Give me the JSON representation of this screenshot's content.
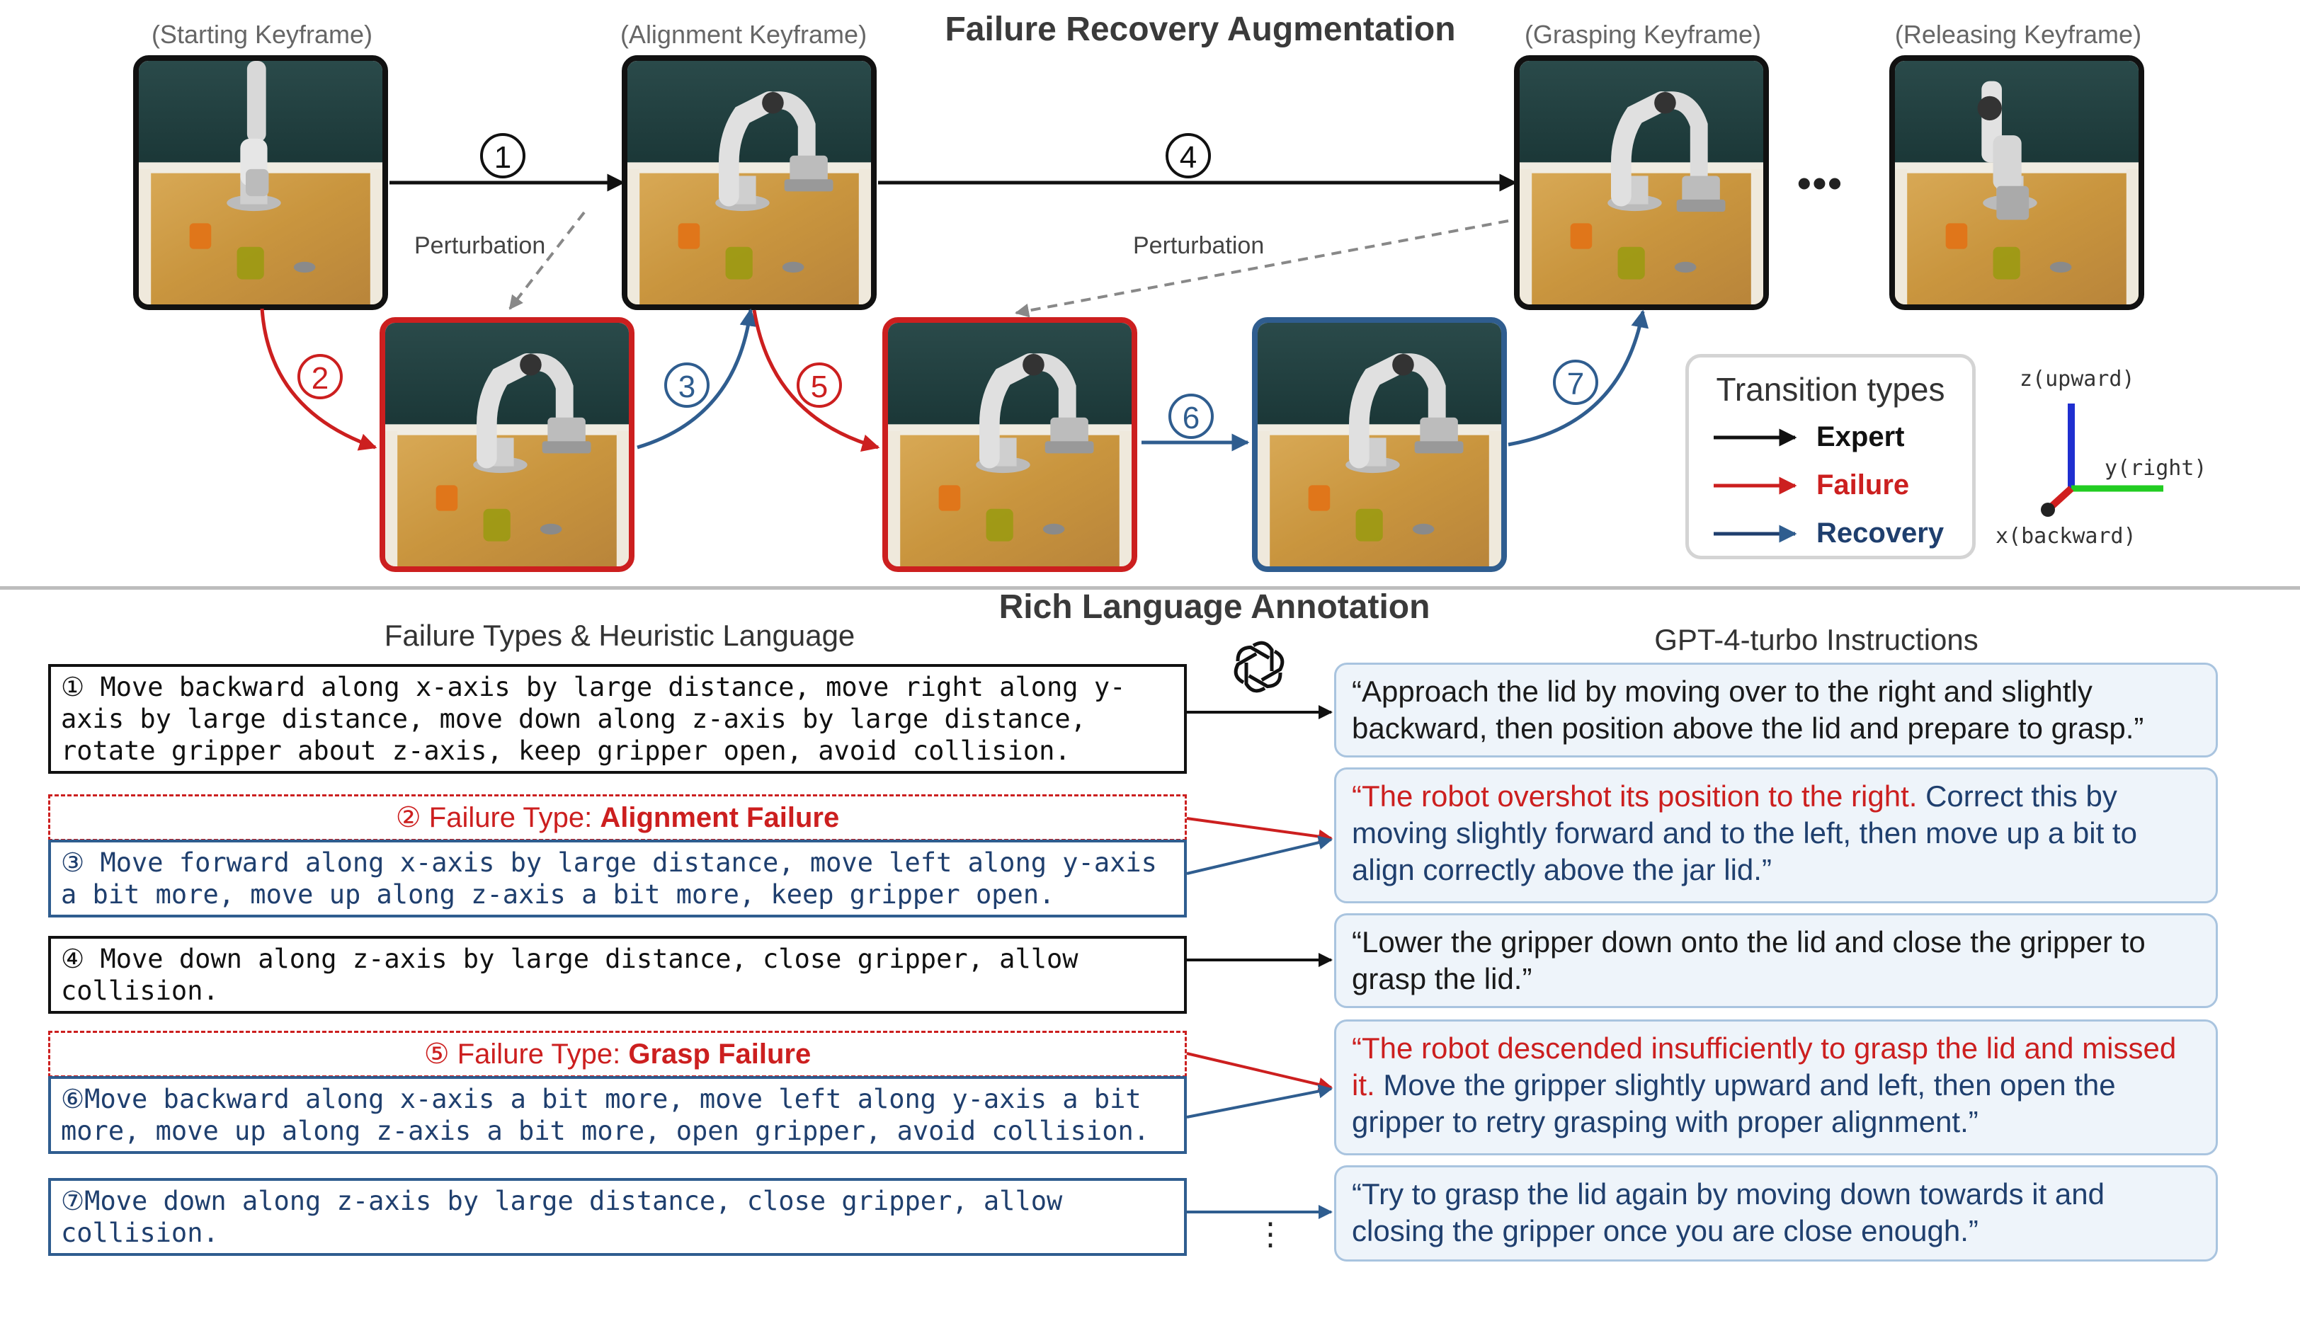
{
  "header": {
    "title": "Failure Recovery Augmentation"
  },
  "keyframes": {
    "start": "(Starting Keyframe)",
    "align": "(Alignment Keyframe)",
    "grasp": "(Grasping Keyframe)",
    "release": "(Releasing Keyframe)"
  },
  "perturbation_label": "Perturbation",
  "ellipsis": "•••",
  "steps": [
    "①",
    "②",
    "③",
    "④",
    "⑤",
    "⑥",
    "⑦"
  ],
  "legend": {
    "title": "Transition types",
    "expert": "Expert",
    "failure": "Failure",
    "recovery": "Recovery"
  },
  "axes": {
    "z": "z(upward)",
    "y": "y(right)",
    "x": "x(backward)"
  },
  "annotation": {
    "title": "Rich Language Annotation",
    "left_heading": "Failure Types & Heuristic Language",
    "right_heading": "GPT-4-turbo Instructions",
    "vertical_dots": "⋮",
    "heuristics": [
      "① Move backward along x-axis by large distance, move right along y-axis by large distance, move down along z-axis by large distance, rotate gripper about z-axis, keep gripper open, avoid collision.",
      "③ Move forward along x-axis by large distance, move left along y-axis a bit more, move up along z-axis a bit more, keep gripper open.",
      "④ Move down along z-axis by large distance, close gripper, allow collision.",
      "⑥Move backward along x-axis a bit more, move left along y-axis a bit more, move up along z-axis a bit more, open gripper, avoid collision.",
      "⑦Move down along z-axis by large distance, close gripper, allow collision."
    ],
    "failure_types": [
      {
        "prefix": "② Failure Type: ",
        "name": "Alignment Failure"
      },
      {
        "prefix": "⑤ Failure Type: ",
        "name": "Grasp Failure"
      }
    ],
    "instructions": [
      {
        "red": "",
        "main": "“Approach the lid by moving over to the right and slightly backward, then position above the lid and prepare to grasp.”"
      },
      {
        "red": "“The robot overshot its position to the right.",
        "main": " Correct this by moving slightly forward and to the left, then move up a bit to align correctly above the jar lid.”"
      },
      {
        "red": "",
        "main": "“Lower the gripper down onto the lid and close the gripper to grasp the lid.”"
      },
      {
        "red": "“The robot descended insufficiently to grasp the lid and missed it.",
        "main": " Move the gripper slightly upward and left, then open the gripper to retry grasping with proper alignment.”"
      },
      {
        "red": "",
        "main": "“Try to grasp the lid again by moving down towards it and closing the gripper once you are close enough.”"
      }
    ]
  },
  "colors": {
    "expert": "#111111",
    "failure": "#cc1f1f",
    "recovery": "#2f5d8f",
    "gpt_box_bg": "#eef4fa",
    "gpt_box_border": "#a9c4df"
  }
}
